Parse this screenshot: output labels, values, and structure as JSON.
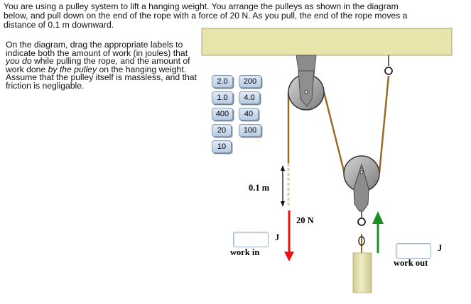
{
  "intro": {
    "line1": "You are using a pulley system to lift a hanging weight. You arrange the pulleys as shown in the diagram",
    "line2": "below, and pull down on the end of the rope with a force of 20 N. As you pull, the end of the rope moves a",
    "line3": "distance of 0.1 m downward."
  },
  "instructions": {
    "part1": "On the diagram, drag the appropriate labels to indicate both the amount of work (in joules) that ",
    "em1": "you do",
    "part2": " while pulling the rope, and the amount of work done ",
    "em2": "by the pulley",
    "part3": " on the hanging weight. Assume that the pulley itself is massless, and that friction is negligable."
  },
  "tiles": [
    "2.0",
    "200",
    "1.0",
    "4.0",
    "400",
    "40",
    "20",
    "100",
    "10"
  ],
  "diagram": {
    "distance_label": "0.1  m",
    "force_label": "20  N",
    "work_in": {
      "label": "work  in",
      "unit": "J"
    },
    "work_out": {
      "label": "work  out",
      "unit": "J"
    }
  },
  "colors": {
    "ceiling": "#e8e4ac",
    "rope": "#9c6a22",
    "pulley": "#8c8c8c",
    "weight": "#e2dfab",
    "force_arrow": "#ee1111",
    "lift_arrow": "#1a8f22"
  }
}
